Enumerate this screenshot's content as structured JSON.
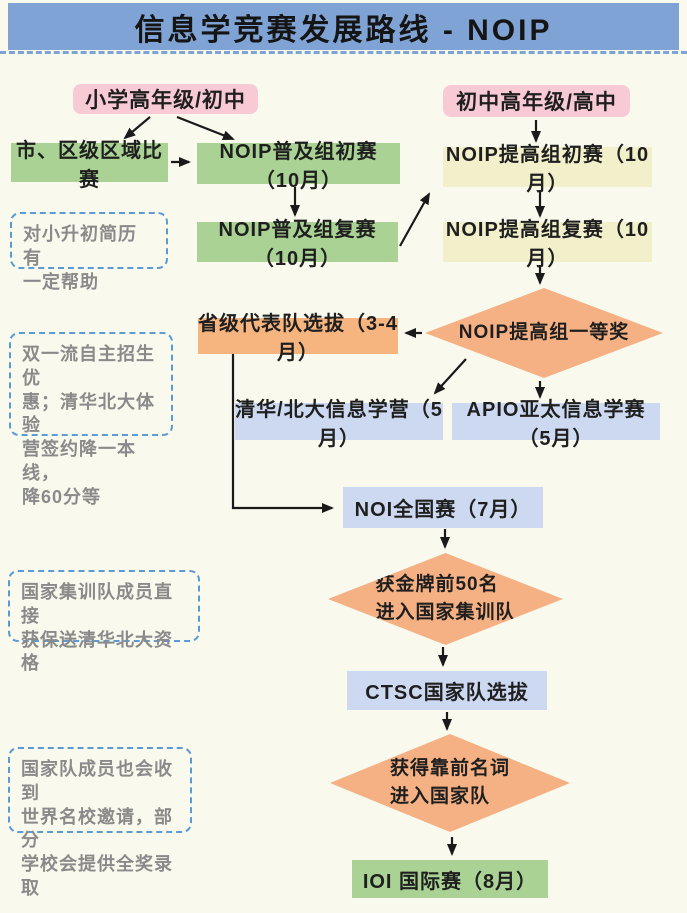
{
  "title": "信息学竞赛发展路线 - NOIP",
  "nodes": {
    "primary_stage": "小学高年级/初中",
    "secondary_stage": "初中高年级/高中",
    "city_contest": "市、区级区域比赛",
    "pj_prelim": "NOIP普及组初赛（10月）",
    "pj_final": "NOIP普及组复赛（10月）",
    "tg_prelim": "NOIP提高组初赛（10月）",
    "tg_final": "NOIP提高组复赛（10月）",
    "tg_first_prize": "NOIP提高组一等奖",
    "provincial_team": "省级代表队选拔（3-4月）",
    "thu_pku_camp": "清华/北大信息学营（5月）",
    "apio": "APIO亚太信息学赛（5月）",
    "noi": "NOI全国赛（7月）",
    "gold_top50": "获金牌前50名\n进入国家集训队",
    "ctsc": "CTSC国家队选拔",
    "top_rank": "获得靠前名词\n进入国家队",
    "ioi": "IOI 国际赛（8月）"
  },
  "notes": [
    {
      "text": "对小升初简历有\n一定帮助"
    },
    {
      "text": "双一流自主招生优\n惠；清华北大体验\n营签约降一本线，\n降60分等"
    },
    {
      "text": "国家集训队成员直接\n获保送清华北大资格"
    },
    {
      "text": "国家队成员也会收到\n世界名校邀请，部分\n学校会提供全奖录取"
    }
  ],
  "colors": {
    "background": "#faf9ee",
    "header": "#7fa3d4",
    "stage_pink": "#f8cad5",
    "process_green": "#a9d294",
    "process_yellow": "#f1f0cb",
    "process_blue": "#cdd9f1",
    "process_orange": "#f6b57f",
    "diamond_orange": "#f5b183",
    "note_border": "#5b9bd5",
    "note_text": "#8a8a8a",
    "arrow": "#1a1a1a"
  }
}
